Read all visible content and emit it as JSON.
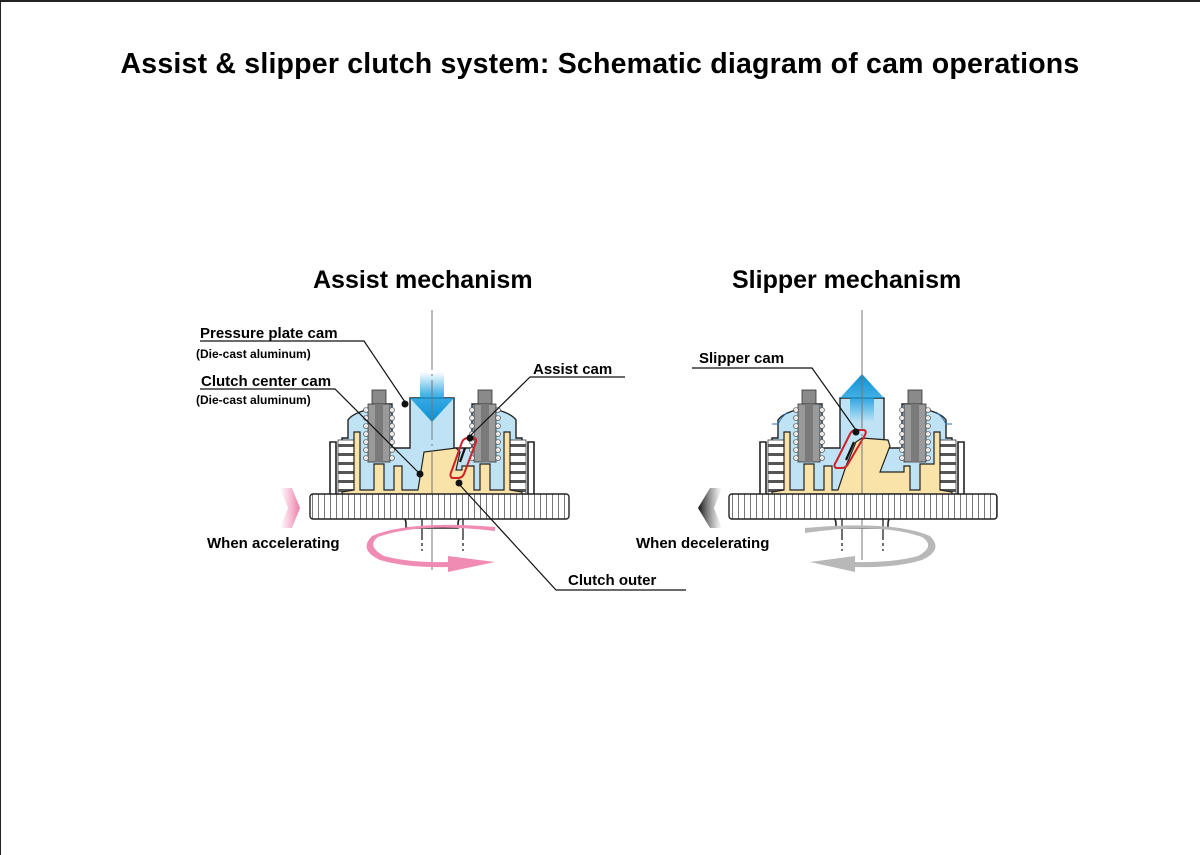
{
  "title": "Assist & slipper clutch system: Schematic diagram of cam operations",
  "colors": {
    "aluminum_blue": "#bfe3f4",
    "cam_tan": "#f9e3a8",
    "cam_outline_red": "#d0202a",
    "press_arrow_blue": "#1aa0e0",
    "accel_arrow_pink": "#f08cb4",
    "decel_arrow_gray": "#b8b8b8",
    "spring_gray": "#8a8a8a"
  },
  "assist": {
    "heading": "Assist mechanism",
    "labels": {
      "pressure_plate_cam": "Pressure plate cam",
      "pressure_plate_material": "(Die-cast aluminum)",
      "clutch_center_cam": "Clutch center cam",
      "clutch_center_material": "(Die-cast aluminum)",
      "assist_cam": "Assist cam",
      "clutch_outer": "Clutch outer",
      "condition": "When accelerating"
    },
    "force_direction": "down",
    "rotation_direction": "clockwise-front-right"
  },
  "slipper": {
    "heading": "Slipper mechanism",
    "labels": {
      "slipper_cam": "Slipper cam",
      "condition": "When decelerating"
    },
    "force_direction": "up",
    "rotation_direction": "counter-front-left"
  }
}
